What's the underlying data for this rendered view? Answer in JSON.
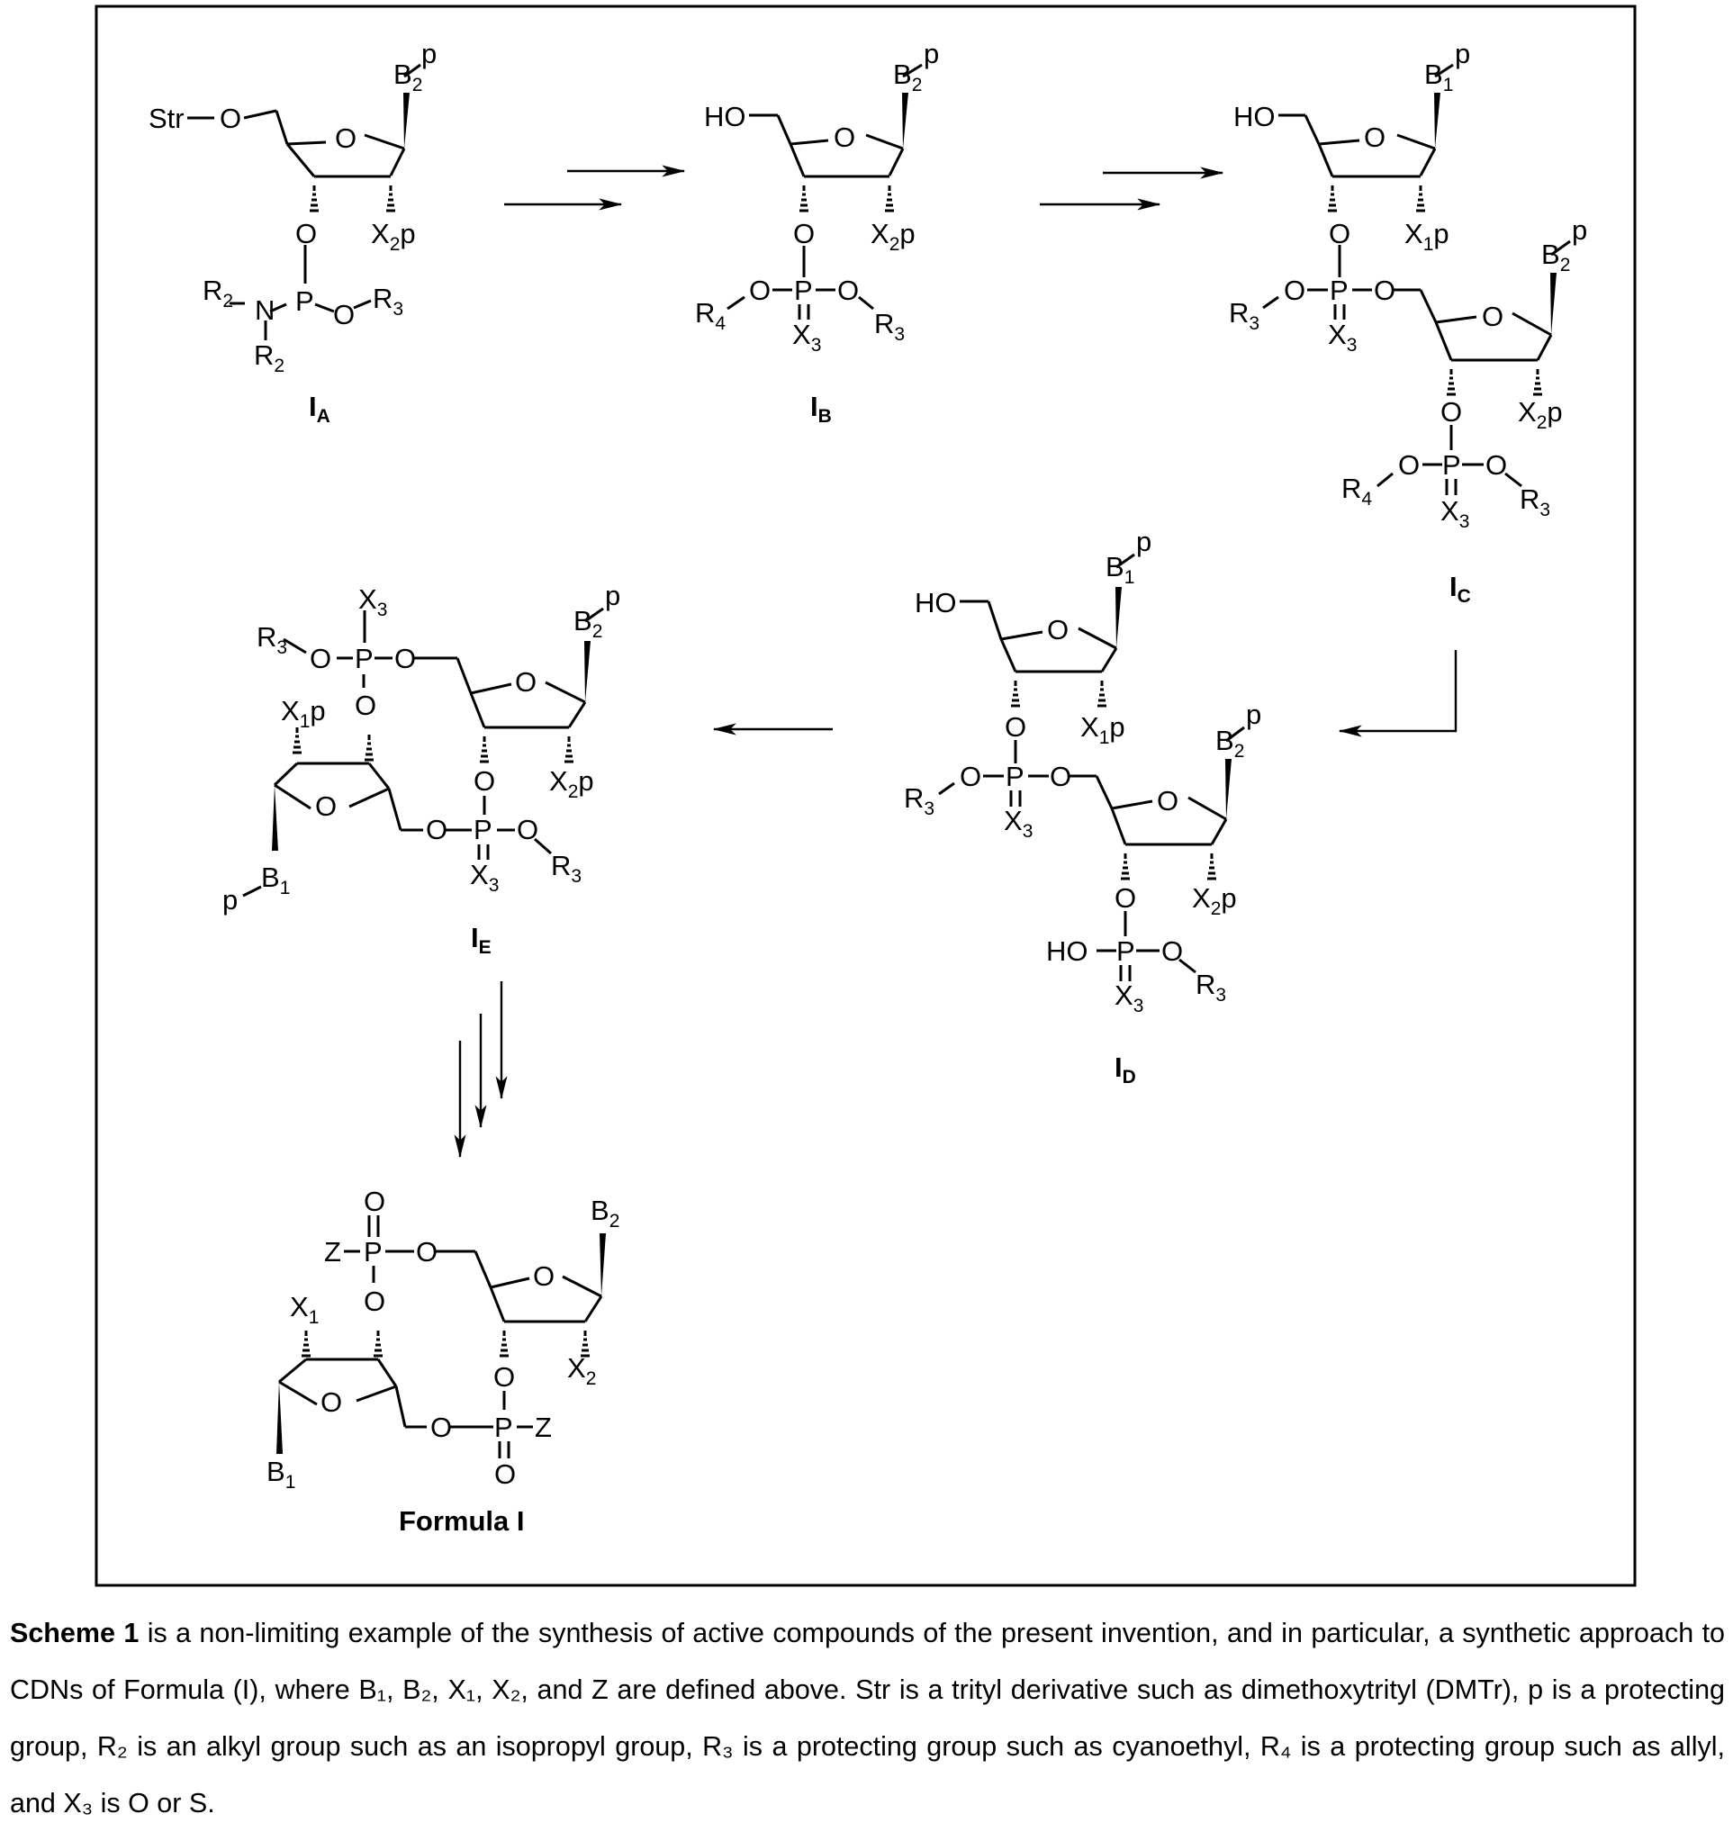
{
  "compounds": {
    "IA": {
      "letter": "I",
      "sub": "A"
    },
    "IB": {
      "letter": "I",
      "sub": "B"
    },
    "IC": {
      "letter": "I",
      "sub": "C"
    },
    "ID": {
      "letter": "I",
      "sub": "D"
    },
    "IE": {
      "letter": "I",
      "sub": "E"
    },
    "final": {
      "label": "Formula I"
    }
  },
  "atoms": {
    "O": "O",
    "P": "P",
    "N": "N",
    "B": "B",
    "X": "X",
    "R": "R",
    "Z": "Z",
    "HO": "HO",
    "Str": "Str",
    "p": "p",
    "one": "1",
    "two": "2",
    "three": "3",
    "four": "4"
  },
  "caption": {
    "lead": "Scheme 1",
    "text": " is a non-limiting example of the synthesis of active compounds of the present invention, and in particular, a synthetic approach to CDNs of Formula (I), where B₁, B₂, X₁, X₂, and Z are defined above. Str is a trityl derivative such as dimethoxytrityl (DMTr), p is a protecting group, R₂ is an alkyl group such as an isopropyl group, R₃ is a protecting group such as cyanoethyl, R₄ is a protecting group such as allyl, and X₃ is O or S."
  }
}
